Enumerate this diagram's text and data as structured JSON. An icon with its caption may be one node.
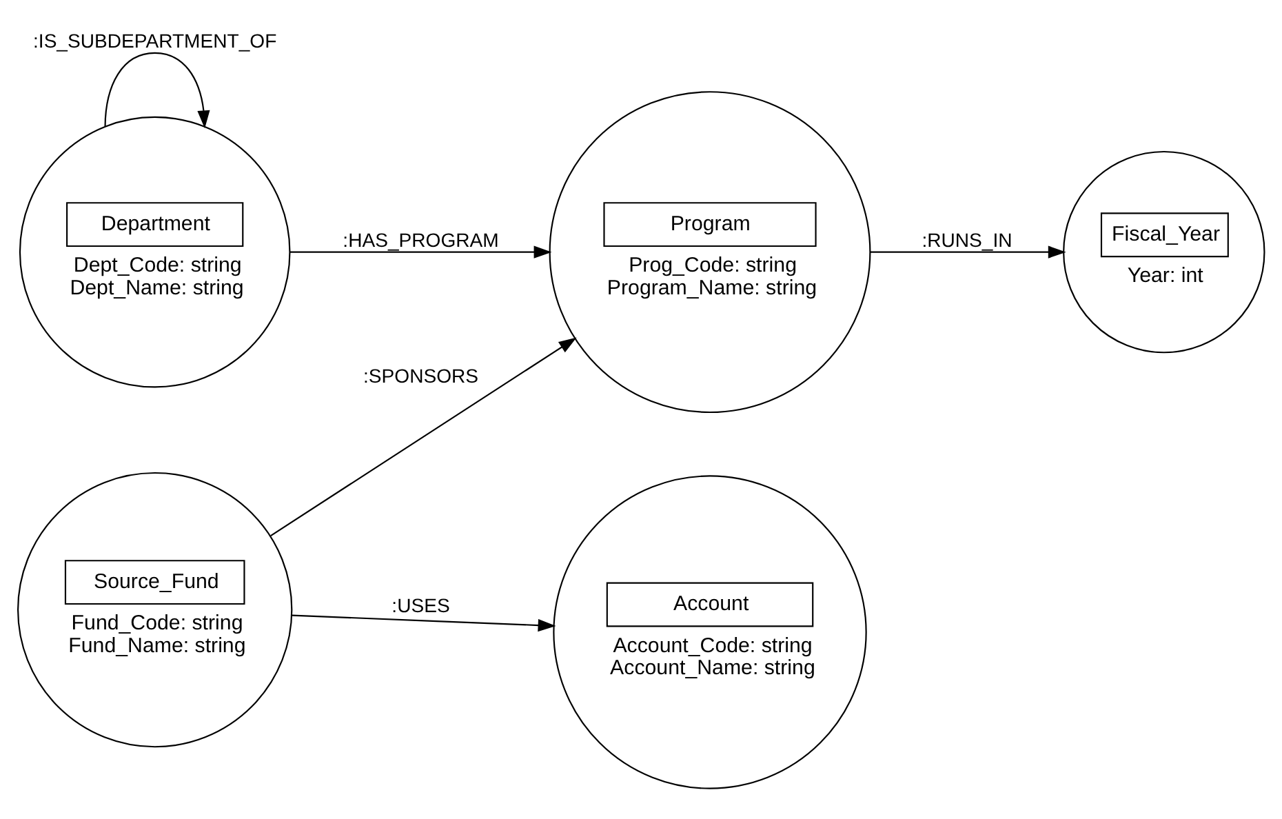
{
  "diagram": {
    "nodes": [
      {
        "text": [
          "Fiscal_Year",
          "Year: int"
        ]
      },
      {
        "text": [
          "Program",
          "Prog_Code: string Program_Name: string"
        ]
      },
      {
        "text": [
          "Department",
          "Dept_Code: string Dept_Name: string"
        ]
      },
      {
        "text": [
          "Source_Fund",
          "Fund_Code: string Fund_Name: string"
        ]
      },
      {
        "text": [
          "Account",
          "Account_Code: string Account_Name: string"
        ]
      }
    ],
    "edges": [
      {
        "from": 2,
        "to": 1,
        "arrow": "to",
        "label": ":HAS_PROGRAM"
      },
      {
        "from": 1,
        "to": 0,
        "arrow": "to",
        "label": ":RUNS_IN"
      },
      {
        "from": 3,
        "to": 1,
        "arrow": "to",
        "label": ":SPONSORS"
      },
      {
        "from": 3,
        "to": 4,
        "arrow": "to",
        "label": ":USES"
      },
      {
        "from": 2,
        "to": 2,
        "arrow": "to",
        "label": ":IS_SUBDEPARTMENT_OF"
      }
    ]
  }
}
